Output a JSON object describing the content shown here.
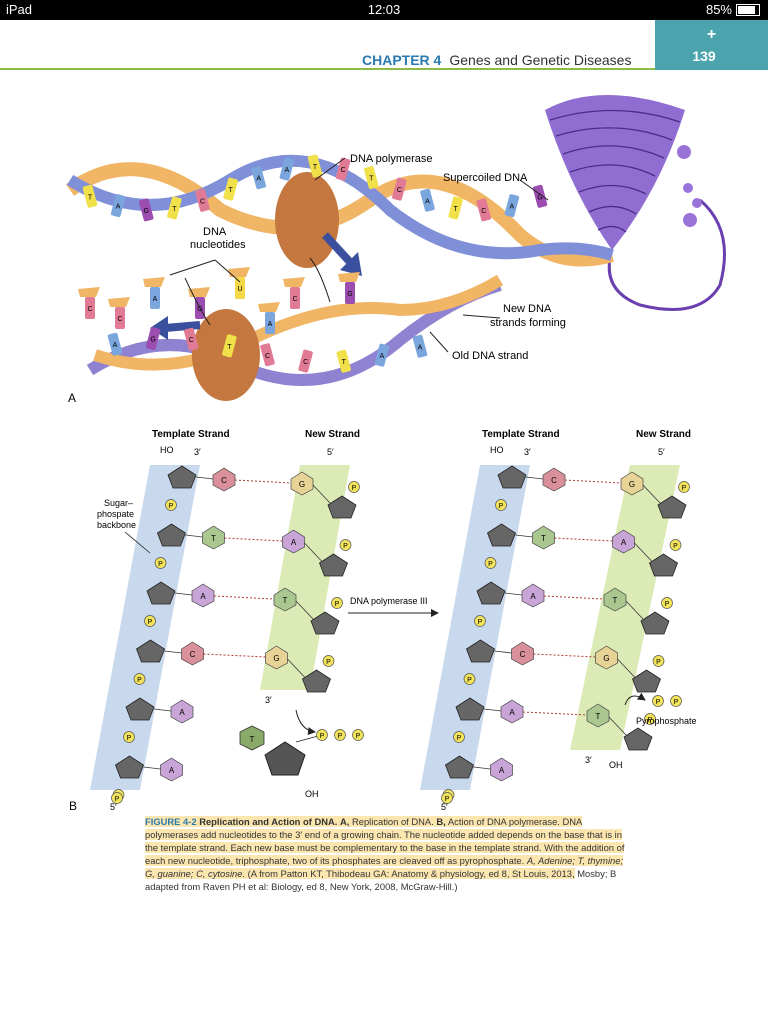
{
  "status": {
    "device": "iPad",
    "time": "12:03",
    "battery": "85%",
    "battery_level": 0.85
  },
  "header": {
    "chapter_label": "CHAPTER 4",
    "chapter_title": "Genes and Genetic Diseases",
    "page_number": "139",
    "plus": "+"
  },
  "figure_a": {
    "panel_label": "A",
    "labels": {
      "dna_polymerase": "DNA polymerase",
      "supercoiled": "Supercoiled DNA",
      "nucleotides_1": "DNA",
      "nucleotides_2": "nucleotides",
      "new_strands_1": "New DNA",
      "new_strands_2": "strands forming",
      "old_strand": "Old DNA strand"
    },
    "bases_top": [
      "T",
      "A",
      "G",
      "T",
      "C",
      "T",
      "A",
      "A",
      "T",
      "C",
      "T",
      "C",
      "A",
      "T",
      "C",
      "A",
      "G"
    ],
    "bases_bottom": [
      "A",
      "G",
      "C",
      "T",
      "C",
      "C",
      "T",
      "A",
      "A"
    ],
    "free_nucleotides": [
      "C",
      "A",
      "U",
      "C",
      "G",
      "C",
      "A",
      "G"
    ]
  },
  "figure_b": {
    "panel_label": "B",
    "template_strand": "Template Strand",
    "new_strand": "New Strand",
    "ho": "HO",
    "oh": "OH",
    "three_prime": "3′",
    "five_prime": "5′",
    "phosphate": "P",
    "sugar_label_1": "Sugar–",
    "sugar_label_2": "phospate",
    "sugar_label_3": "backbone",
    "arrow_label": "DNA polymerase III",
    "pyrophosphate": "Pyrophosphate",
    "left_pairs": [
      {
        "template": "C",
        "new": "G"
      },
      {
        "template": "T",
        "new": "A"
      },
      {
        "template": "A",
        "new": "T"
      },
      {
        "template": "C",
        "new": "G"
      },
      {
        "template": "A",
        "new": ""
      },
      {
        "template": "A",
        "new": ""
      }
    ],
    "incoming_nucleotide": "T",
    "right_pairs": [
      {
        "template": "C",
        "new": "G"
      },
      {
        "template": "T",
        "new": "A"
      },
      {
        "template": "A",
        "new": "T"
      },
      {
        "template": "C",
        "new": "G"
      },
      {
        "template": "A",
        "new": "T"
      },
      {
        "template": "A",
        "new": ""
      }
    ]
  },
  "caption": {
    "figure_id": "FIGURE 4-2",
    "title": "Replication and Action of DNA.",
    "a_label": "A,",
    "a_text": "Replication of DNA.",
    "b_label": "B,",
    "b_text": "Action of DNA polymerase. DNA polymerases add nucleotides to the 3′ end of a growing chain. The nucleotide added depends on the base that is in the template strand. Each new base must be complementary to the base in the template strand. With the addition of each new nucleotide, triphosphate, two of its phosphates are cleaved off as pyrophosphate.",
    "abbrev": "A, Adenine; T, thymine; G, guanine; C, cytosine.",
    "credit_1": "(A from Patton KT, Thibodeau GA: Anatomy & physiology, ed 8, St Louis, 2013,",
    "credit_2": "Mosby; B adapted from Raven PH et al: Biology, ed 8, New York, 2008, McGraw-Hill.)"
  },
  "colors": {
    "accent_green": "#8dbb44",
    "tab_teal": "#4aa3ad",
    "chapter_blue": "#2a7ab0",
    "template_blue": "#c8d9ee",
    "new_green": "#dcebb5",
    "phosphate_yellow": "#f2e35a",
    "caption_highlight": "#fbe6b0"
  }
}
